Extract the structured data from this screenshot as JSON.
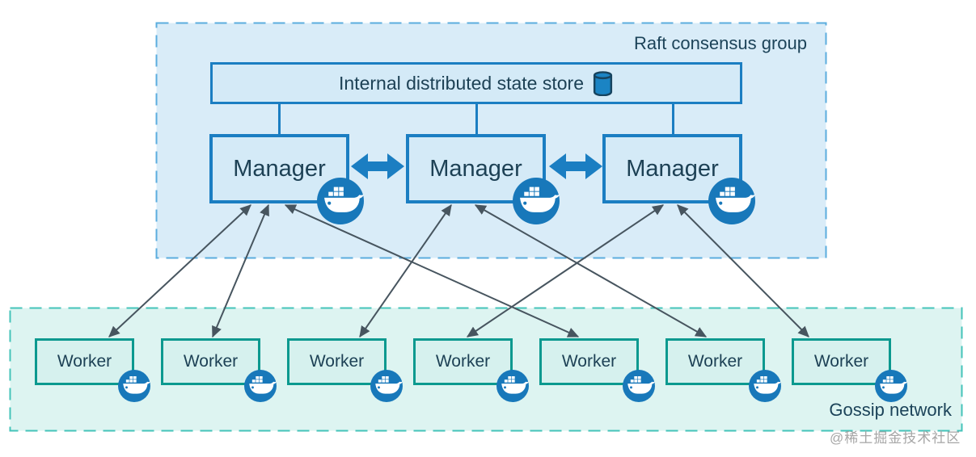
{
  "diagram": {
    "raft_group_label": "Raft consensus group",
    "gossip_network_label": "Gossip network",
    "state_store_label": "Internal distributed state store",
    "watermark": "@稀土掘金技术社区"
  },
  "managers": [
    {
      "id": "manager-1",
      "label": "Manager"
    },
    {
      "id": "manager-2",
      "label": "Manager"
    },
    {
      "id": "manager-3",
      "label": "Manager"
    }
  ],
  "workers": [
    {
      "id": "worker-1",
      "label": "Worker"
    },
    {
      "id": "worker-2",
      "label": "Worker"
    },
    {
      "id": "worker-3",
      "label": "Worker"
    },
    {
      "id": "worker-4",
      "label": "Worker"
    },
    {
      "id": "worker-5",
      "label": "Worker"
    },
    {
      "id": "worker-6",
      "label": "Worker"
    },
    {
      "id": "worker-7",
      "label": "Worker"
    }
  ],
  "connections": {
    "store_to_managers": [
      "manager-1",
      "manager-2",
      "manager-3"
    ],
    "manager_peer_links": [
      [
        "manager-1",
        "manager-2"
      ],
      [
        "manager-2",
        "manager-3"
      ]
    ],
    "manager_worker_links": [
      [
        "manager-1",
        "worker-1"
      ],
      [
        "manager-1",
        "worker-2"
      ],
      [
        "manager-1",
        "worker-5"
      ],
      [
        "manager-2",
        "worker-3"
      ],
      [
        "manager-2",
        "worker-6"
      ],
      [
        "manager-3",
        "worker-4"
      ],
      [
        "manager-3",
        "worker-7"
      ]
    ]
  },
  "icons": {
    "database": "database-icon",
    "docker": "docker-whale-icon"
  },
  "colors": {
    "raft_fill": "#d9ecf8",
    "raft_border": "#5badde",
    "node_fill": "#d4eaf7",
    "node_border": "#1b7ec2",
    "worker_fill": "#d6f1ee",
    "worker_border": "#0b998f",
    "gossip_fill": "#ddf4f1",
    "gossip_border": "#44c3b9",
    "text": "#1d4155",
    "thin_arrow": "#47555f",
    "docker_blue": "#1878ba",
    "watermark_gray": "#a6a6a6"
  }
}
